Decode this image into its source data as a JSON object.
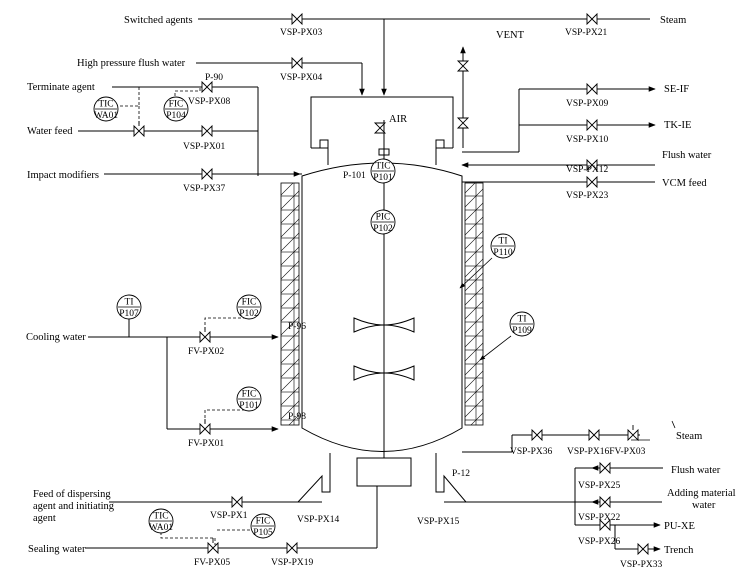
{
  "streams": {
    "switched_agents": "Switched agents",
    "steam_top": "Steam",
    "vent": "VENT",
    "hp_flush_water": "High pressure flush water",
    "terminate_agent": "Terminate agent",
    "water_feed": "Water feed",
    "impact_modifiers": "Impact modifiers",
    "se_if": "SE-IF",
    "tk_ie": "TK-IE",
    "flush_water_right": "Flush water",
    "vcm_feed": "VCM feed",
    "cooling_water": "Cooling water",
    "steam_right": "Steam",
    "flush_water_bottom": "Flush water",
    "adding_material_1": "Adding material",
    "adding_material_2": "water",
    "pu_xe": "PU-XE",
    "trench": "Trench",
    "feed_dispersing_1": "Feed of dispersing",
    "feed_dispersing_2": "agent and initiating",
    "feed_dispersing_3": "agent",
    "sealing_water": "Sealing water",
    "air": "AIR"
  },
  "valves": {
    "px03": "VSP-PX03",
    "px21": "VSP-PX21",
    "px04": "VSP-PX04",
    "px08": "VSP-PX08",
    "px01": "VSP-PX01",
    "px37": "VSP-PX37",
    "px09": "VSP-PX09",
    "px10": "VSP-PX10",
    "px12": "VSP-PX12",
    "px23": "VSP-PX23",
    "fv_px02": "FV-PX02",
    "fv_px01": "FV-PX01",
    "px36": "VSP-PX36",
    "px16_fv03": "VSP-PX16FV-PX03",
    "px25": "VSP-PX25",
    "px22": "VSP-PX22",
    "px26": "VSP-PX26",
    "px33": "VSP-PX33",
    "px15": "VSP-PX15",
    "px14": "VSP-PX14",
    "px1": "VSP-PX1",
    "fv_px05": "FV-PX05",
    "px19": "VSP-PX19"
  },
  "pipes": {
    "p90": "P-90",
    "p101": "P-101",
    "p96": "P-96",
    "p98": "P-98",
    "p12": "P-12"
  },
  "instruments": {
    "tic_wa01_top": {
      "fn": "TIC",
      "id": "WA01"
    },
    "fic_p104": {
      "fn": "FIC",
      "id": "P104"
    },
    "tic_p101": {
      "fn": "TIC",
      "id": "P101"
    },
    "pic_p102": {
      "fn": "PIC",
      "id": "P102"
    },
    "ti_p110": {
      "fn": "TI",
      "id": "P110"
    },
    "ti_p109": {
      "fn": "TI",
      "id": "P109"
    },
    "ti_p107": {
      "fn": "TI",
      "id": "P107"
    },
    "fic_p102": {
      "fn": "FIC",
      "id": "P102"
    },
    "fic_p101": {
      "fn": "FIC",
      "id": "P101"
    },
    "tic_wa01_bottom": {
      "fn": "TIC",
      "id": "WA01"
    },
    "fic_p105": {
      "fn": "FIC",
      "id": "P105"
    }
  }
}
